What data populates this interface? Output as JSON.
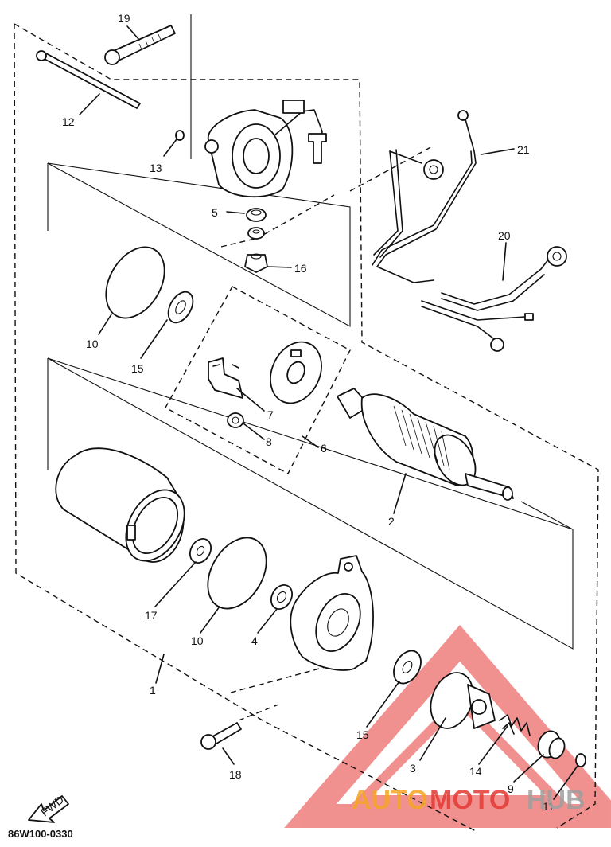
{
  "diagram": {
    "callouts": {
      "p19": "19",
      "p12": "12",
      "p13": "13",
      "p5": "5",
      "p16": "16",
      "p21": "21",
      "p20": "20",
      "p10a": "10",
      "p15a": "15",
      "p7": "7",
      "p8": "8",
      "p6": "6",
      "p2": "2",
      "p17": "17",
      "p10b": "10",
      "p4": "4",
      "p1": "1",
      "p15b": "15",
      "p18": "18",
      "p3": "3",
      "p14": "14",
      "p9": "9",
      "p11": "11"
    },
    "drawing_code": "86W100-0330",
    "fwd_arrow_label": "FWD"
  },
  "watermark": {
    "text_a": "AUTO",
    "text_b": "MOTO",
    "text_c": "HUB",
    "color_a": "#f5a623",
    "color_b": "#e53935",
    "color_c": "#9e9e9e",
    "triangle_color": "#e53935"
  }
}
